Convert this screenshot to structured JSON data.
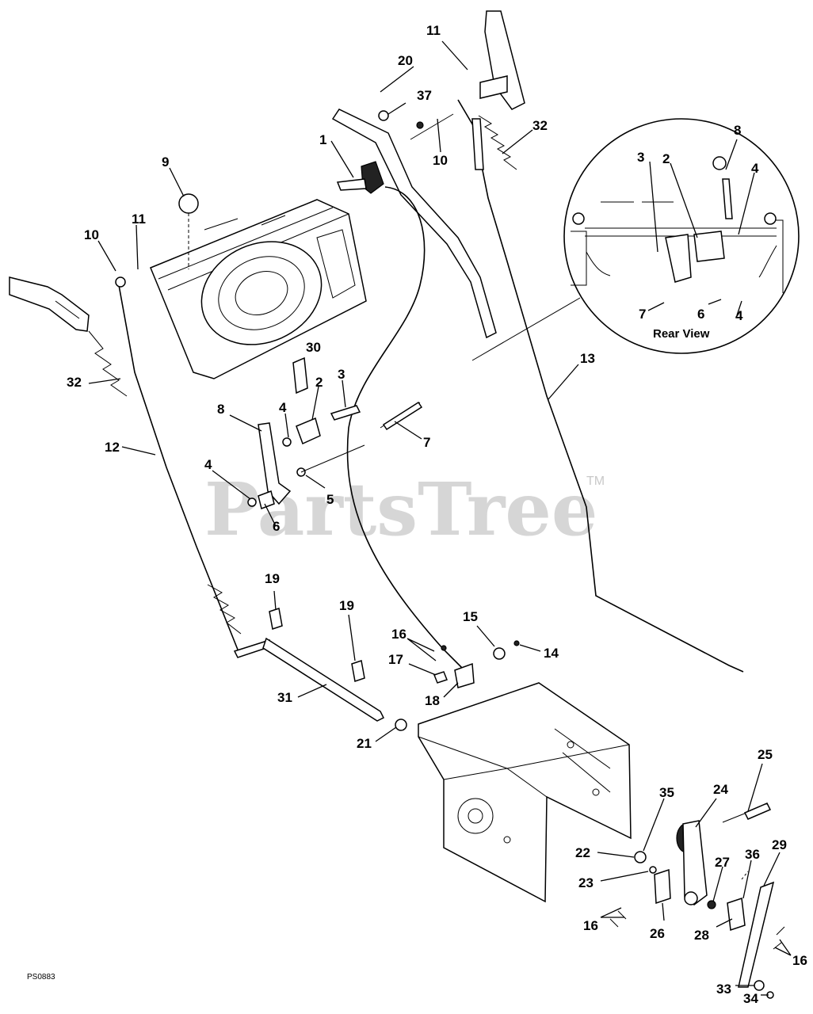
{
  "diagram": {
    "watermark": "PartsTree",
    "trademark": "TM",
    "code": "PS0883",
    "inset_title": "Rear View"
  },
  "callouts": [
    "1",
    "2",
    "3",
    "4",
    "5",
    "6",
    "7",
    "8",
    "9",
    "10",
    "11",
    "12",
    "13",
    "14",
    "15",
    "16",
    "17",
    "18",
    "19",
    "20",
    "21",
    "22",
    "23",
    "24",
    "25",
    "26",
    "27",
    "28",
    "29",
    "30",
    "31",
    "32",
    "33",
    "34",
    "35",
    "36",
    "37"
  ]
}
